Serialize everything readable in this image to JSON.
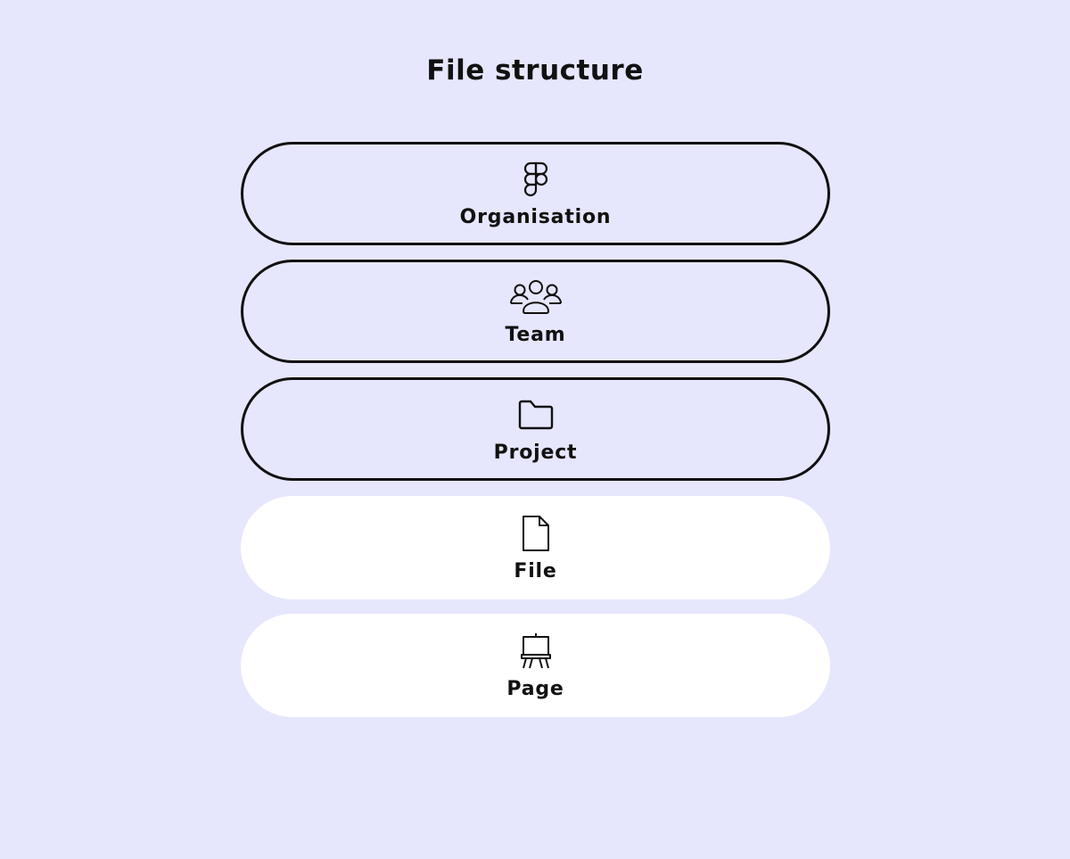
{
  "title": "File structure",
  "levels": [
    {
      "label": "Organisation",
      "icon": "figma-logo-icon",
      "style": "outlined"
    },
    {
      "label": "Team",
      "icon": "team-icon",
      "style": "outlined"
    },
    {
      "label": "Project",
      "icon": "folder-icon",
      "style": "outlined"
    },
    {
      "label": "File",
      "icon": "file-icon",
      "style": "filled"
    },
    {
      "label": "Page",
      "icon": "easel-icon",
      "style": "filled"
    }
  ],
  "colors": {
    "background": "#e6e6fd",
    "outline": "#111111",
    "filled_pill": "#ffffff",
    "text": "#111111"
  }
}
